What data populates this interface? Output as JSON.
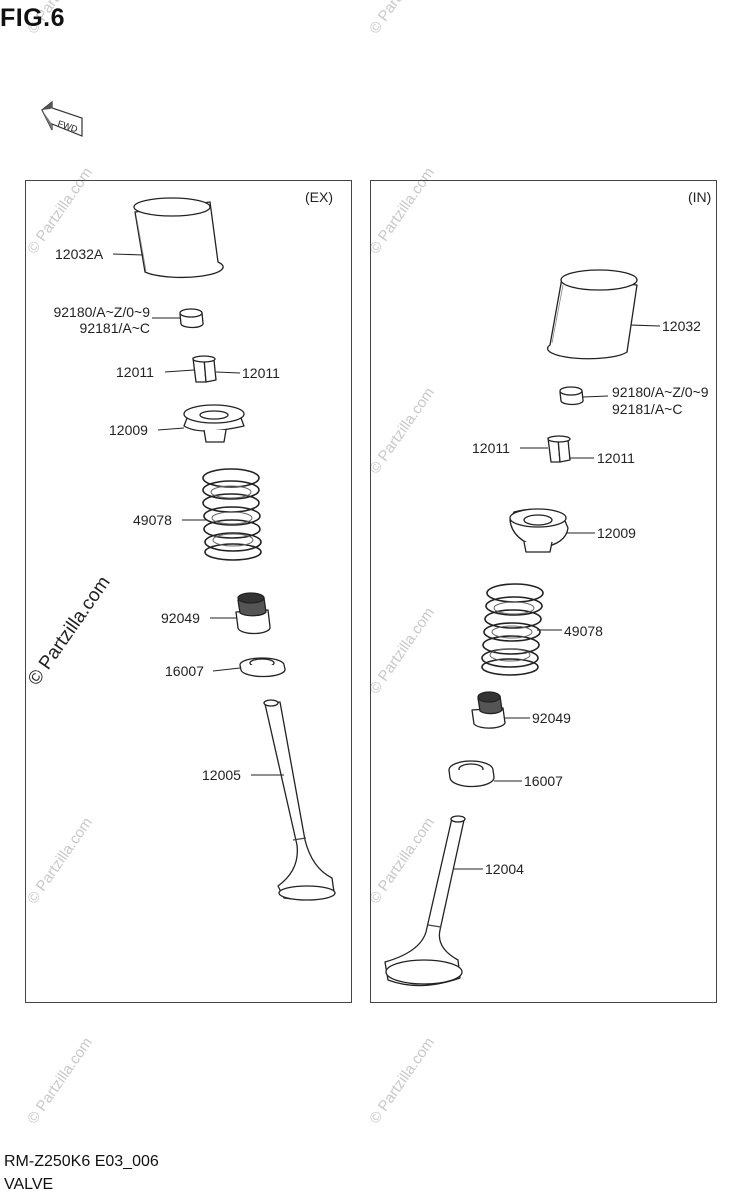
{
  "figure": {
    "title": "FIG.6"
  },
  "fwd_icon": {
    "label": "FWD"
  },
  "panels": {
    "ex": {
      "label": "(EX)"
    },
    "in": {
      "label": "(IN)"
    }
  },
  "ex_parts": {
    "tappet": "12032A",
    "shim_1": "92180/A~Z/0~9",
    "shim_2": "92181/A~C",
    "cotter_left": "12011",
    "cotter_right": "12011",
    "retainer": "12009",
    "spring": "49078",
    "seal": "92049",
    "seat": "16007",
    "valve": "12005"
  },
  "in_parts": {
    "tappet": "12032",
    "shim_1": "92180/A~Z/0~9",
    "shim_2": "92181/A~C",
    "cotter_left": "12011",
    "cotter_right": "12011",
    "retainer": "12009",
    "spring": "49078",
    "seal": "92049",
    "seat": "16007",
    "valve": "12004"
  },
  "watermark": {
    "text": "© Partzilla.com"
  },
  "footer": {
    "code": "RM-Z250K6 E03_006",
    "name": "VALVE"
  }
}
